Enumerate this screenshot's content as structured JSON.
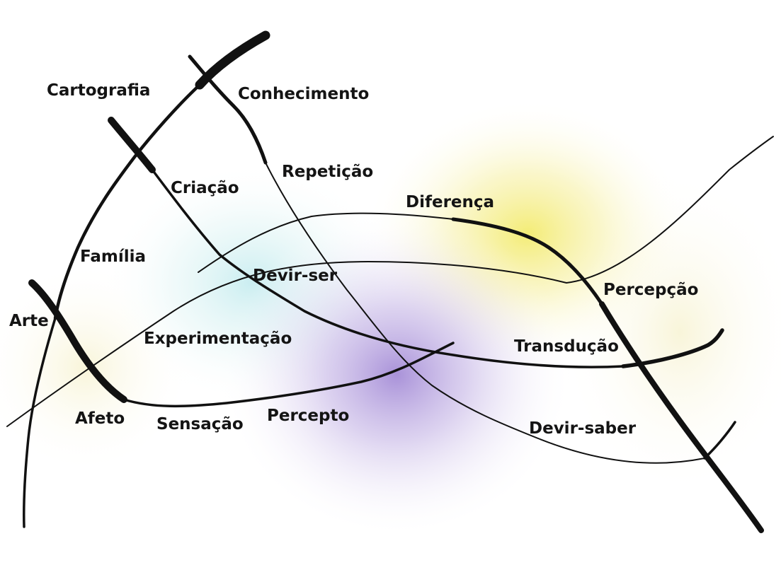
{
  "terms": {
    "cartografia": "Cartografia",
    "conhecimento": "Conhecimento",
    "repeticao": "Repetição",
    "criacao": "Criação",
    "diferenca": "Diferença",
    "familia": "Família",
    "devir_ser": "Devir-ser",
    "percepcao": "Percepção",
    "arte": "Arte",
    "experimentacao": "Experimentação",
    "transducao": "Transdução",
    "afeto": "Afeto",
    "sensacao": "Sensação",
    "percepto": "Percepto",
    "devir_saber": "Devir-saber"
  },
  "colors": {
    "stroke": "#111111",
    "text": "#141414",
    "glow_yellow": "#f4ec7a",
    "glow_cyan": "#bfe9ec",
    "glow_purple": "#a78fd6",
    "glow_cream": "#f6f1c8"
  }
}
